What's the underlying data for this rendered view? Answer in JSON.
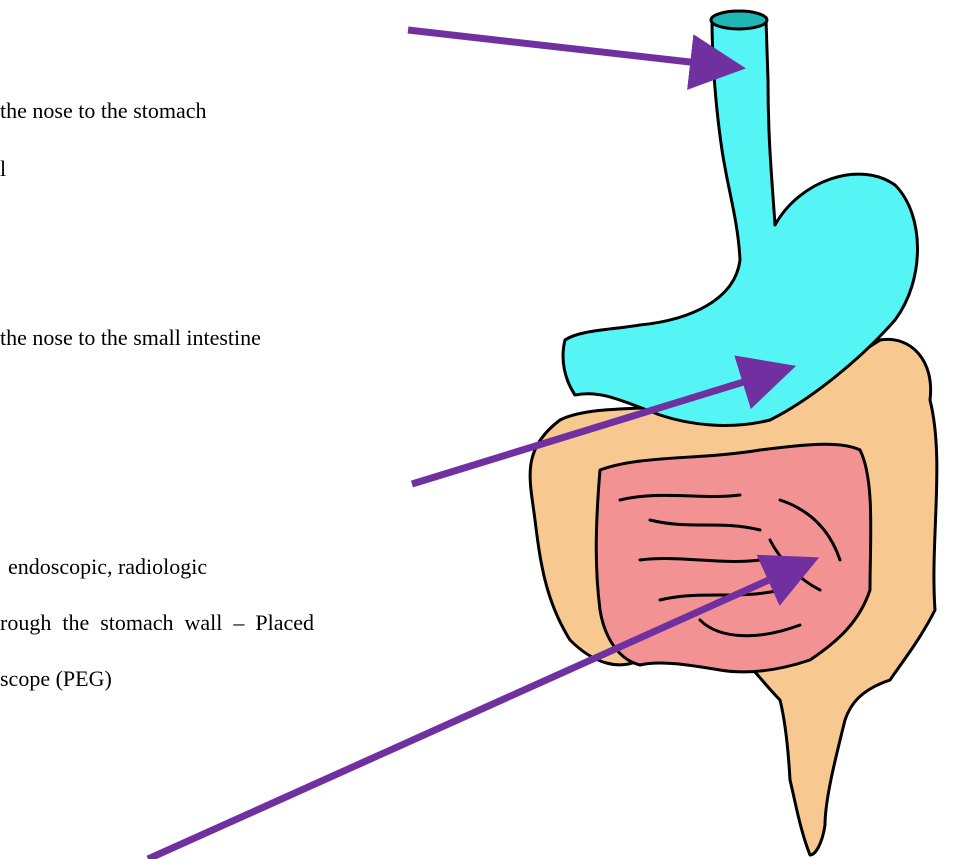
{
  "text_lines": [
    "the nose to the stomach",
    "l",
    "the nose to the small intestine",
    "endoscopic, radiologic",
    "rough  the  stomach  wall  –  Placed",
    "scope (PEG)"
  ],
  "colors": {
    "esophagus_stomach": "#55F5F5",
    "colon": "#F7C890",
    "small_intestine": "#F29292",
    "arrow": "#7030A0",
    "outline": "#000000"
  }
}
